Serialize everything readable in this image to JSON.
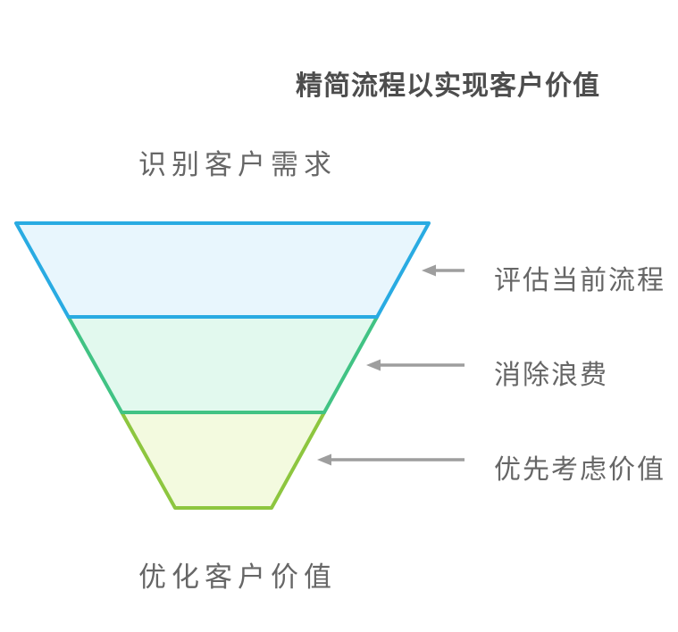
{
  "title": "精简流程以实现客户价值",
  "funnel": {
    "top_label": "识别客户需求",
    "bottom_label": "优化客户价值",
    "arrow_color": "#9e9e9e",
    "stages": [
      {
        "label": "评估当前流程",
        "fill": "#e8f6fd",
        "stroke": "#29abe2"
      },
      {
        "label": "消除浪费",
        "fill": "#e2f9ee",
        "stroke": "#41c384"
      },
      {
        "label": "优先考虑价值",
        "fill": "#f3fadf",
        "stroke": "#8dc63f"
      }
    ]
  },
  "colors": {
    "background": "#ffffff",
    "title_text": "#4d4d4d",
    "label_text": "#666666"
  }
}
